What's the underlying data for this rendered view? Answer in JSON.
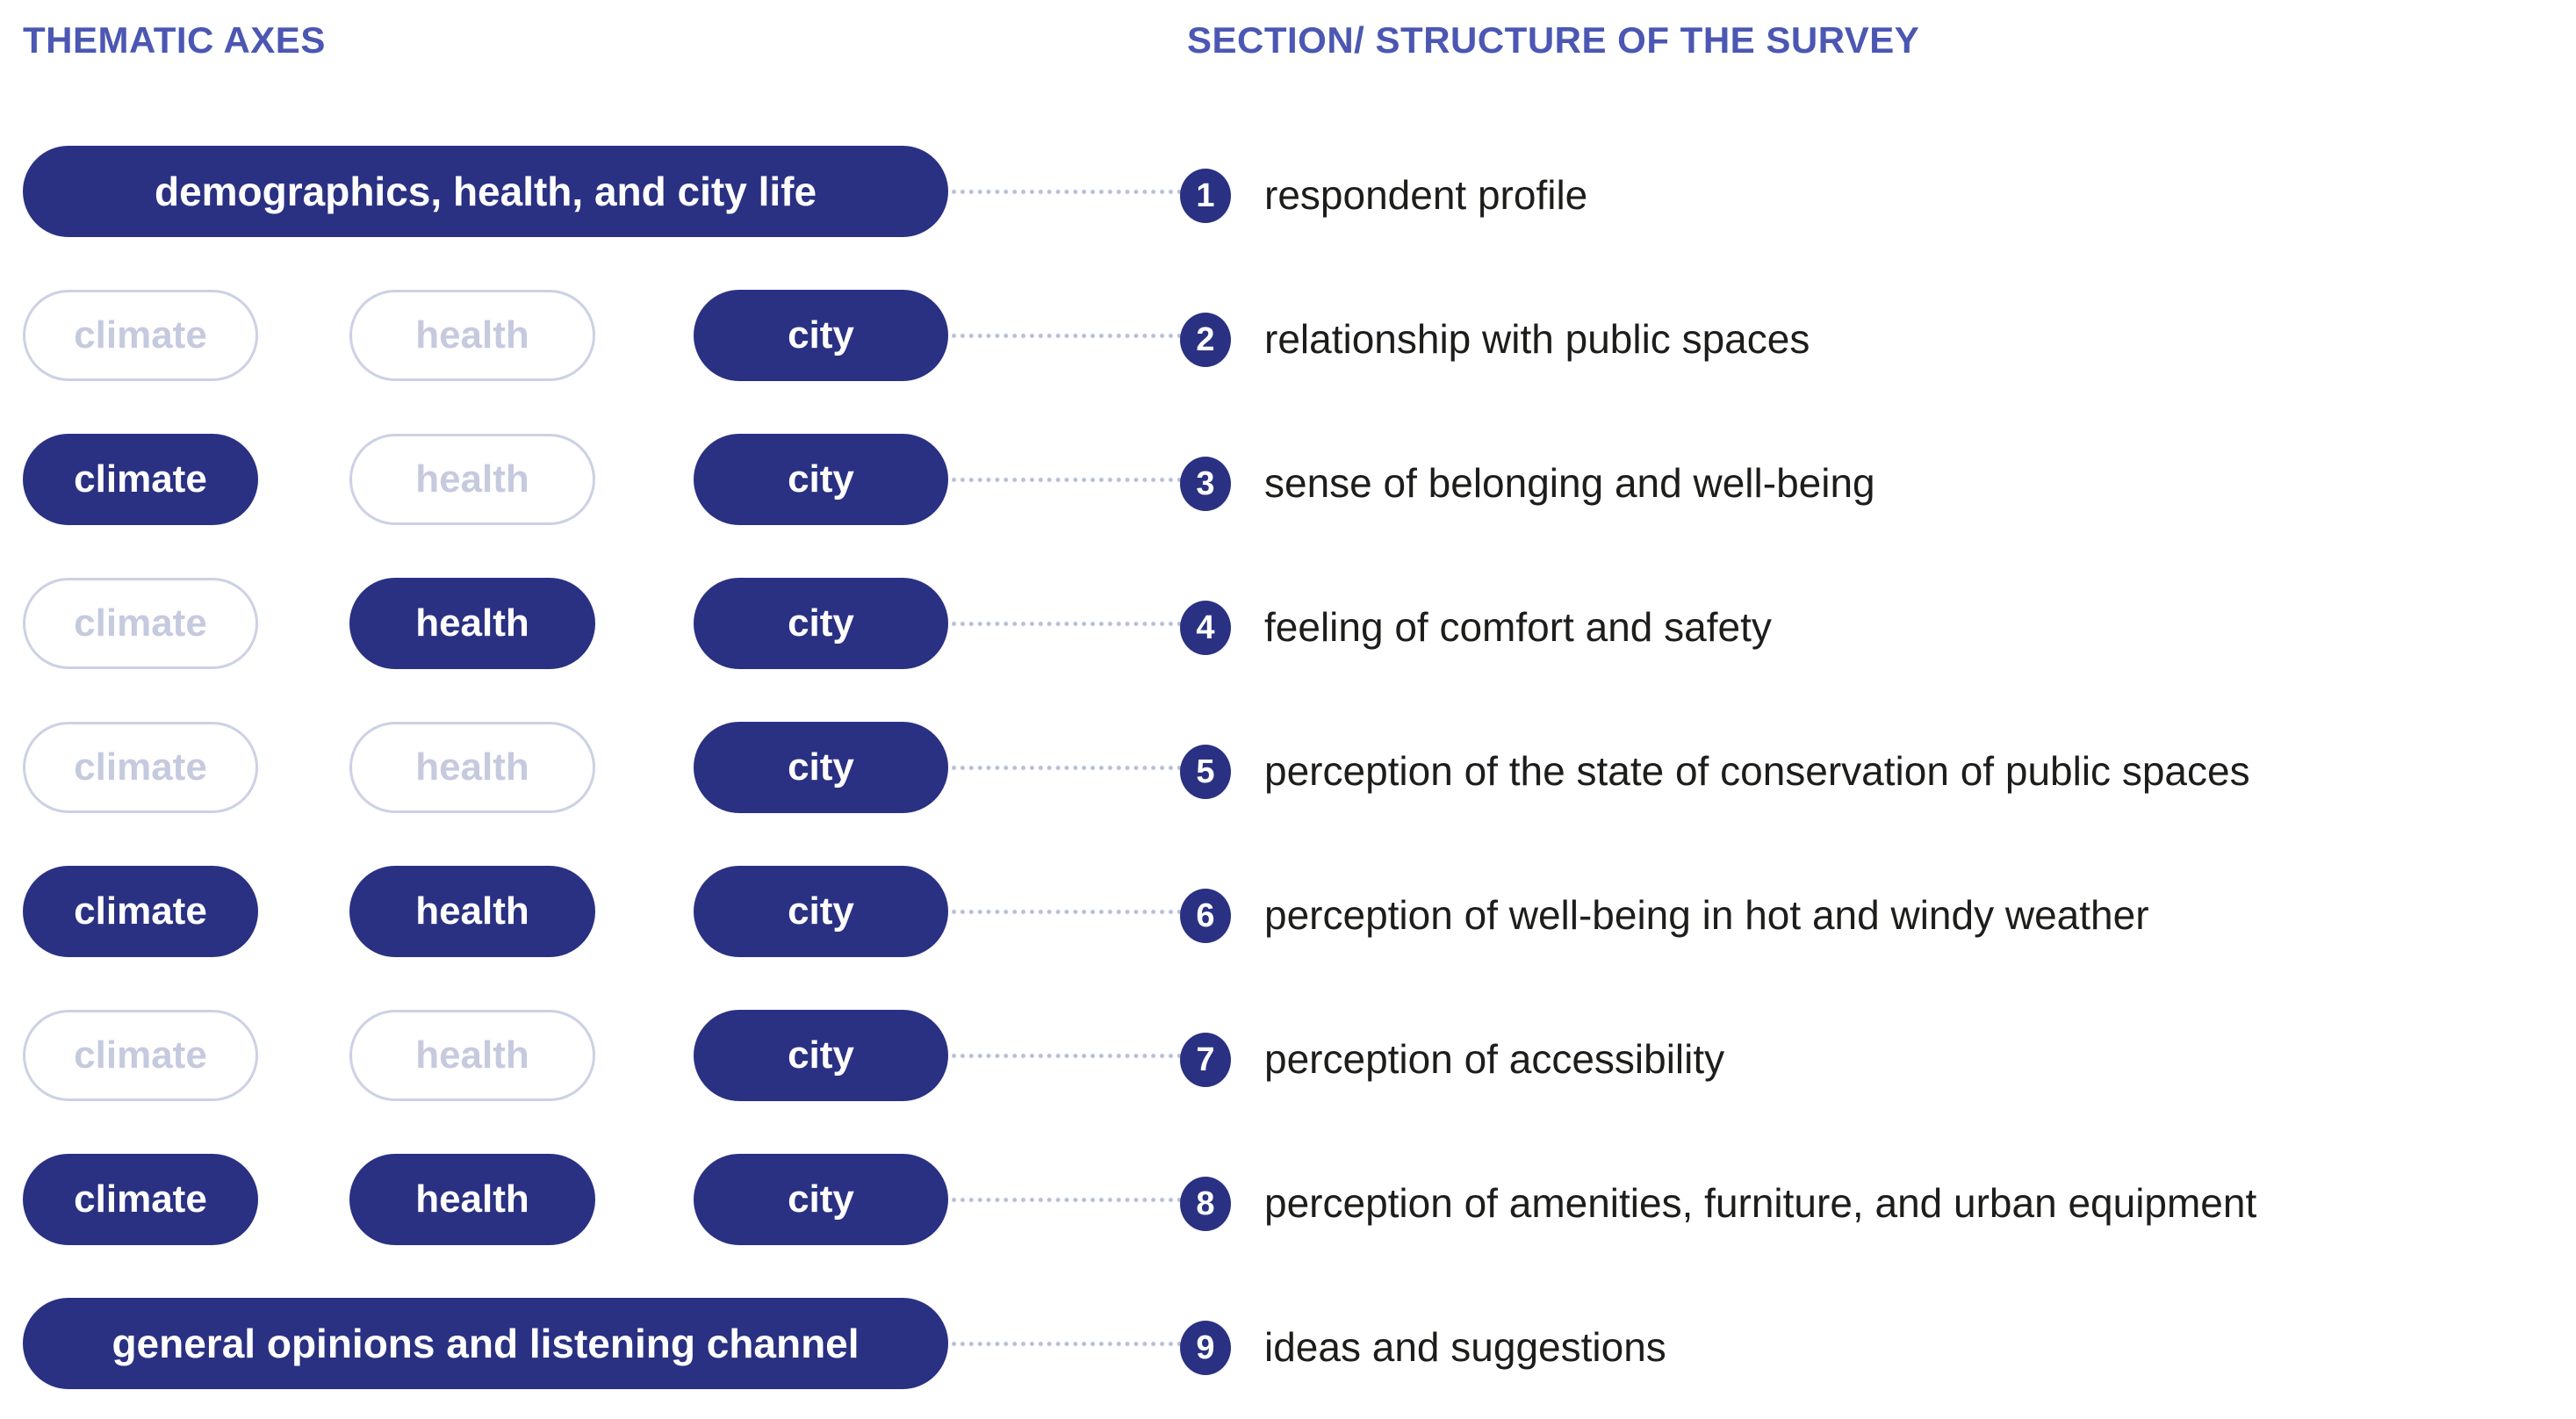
{
  "headers": {
    "left": "THEMATIC AXES",
    "right": "SECTION/ STRUCTURE OF THE SURVEY"
  },
  "colors": {
    "navy": "#2a3182",
    "header_blue": "#4b57b2",
    "inactive_border": "#ccd1e4",
    "inactive_text": "#c6cade",
    "connector": "#b9c0de",
    "section_text": "#1d1d1b",
    "background": "#ffffff"
  },
  "axis_labels": {
    "climate": "climate",
    "health": "health",
    "city": "city"
  },
  "rows": [
    {
      "type": "wide",
      "wide_label": "demographics, health, and city life",
      "number": "1",
      "section": "respondent profile"
    },
    {
      "type": "pills",
      "pills": [
        {
          "label": "climate",
          "active": false
        },
        {
          "label": "health",
          "active": false
        },
        {
          "label": "city",
          "active": true
        }
      ],
      "number": "2",
      "section": "relationship with public spaces"
    },
    {
      "type": "pills",
      "pills": [
        {
          "label": "climate",
          "active": true
        },
        {
          "label": "health",
          "active": false
        },
        {
          "label": "city",
          "active": true
        }
      ],
      "number": "3",
      "section": "sense of belonging and well-being"
    },
    {
      "type": "pills",
      "pills": [
        {
          "label": "climate",
          "active": false
        },
        {
          "label": "health",
          "active": true
        },
        {
          "label": "city",
          "active": true
        }
      ],
      "number": "4",
      "section": "feeling of comfort and safety"
    },
    {
      "type": "pills",
      "pills": [
        {
          "label": "climate",
          "active": false
        },
        {
          "label": "health",
          "active": false
        },
        {
          "label": "city",
          "active": true
        }
      ],
      "number": "5",
      "section": "perception of the state of conservation of public spaces"
    },
    {
      "type": "pills",
      "pills": [
        {
          "label": "climate",
          "active": true
        },
        {
          "label": "health",
          "active": true
        },
        {
          "label": "city",
          "active": true
        }
      ],
      "number": "6",
      "section": "perception of well-being in hot and windy weather"
    },
    {
      "type": "pills",
      "pills": [
        {
          "label": "climate",
          "active": false
        },
        {
          "label": "health",
          "active": false
        },
        {
          "label": "city",
          "active": true
        }
      ],
      "number": "7",
      "section": "perception of accessibility"
    },
    {
      "type": "pills",
      "pills": [
        {
          "label": "climate",
          "active": true
        },
        {
          "label": "health",
          "active": true
        },
        {
          "label": "city",
          "active": true
        }
      ],
      "number": "8",
      "section": "perception of amenities, furniture, and urban equipment"
    },
    {
      "type": "wide",
      "wide_label": "general opinions and listening channel",
      "number": "9",
      "section": "ideas and suggestions"
    }
  ]
}
